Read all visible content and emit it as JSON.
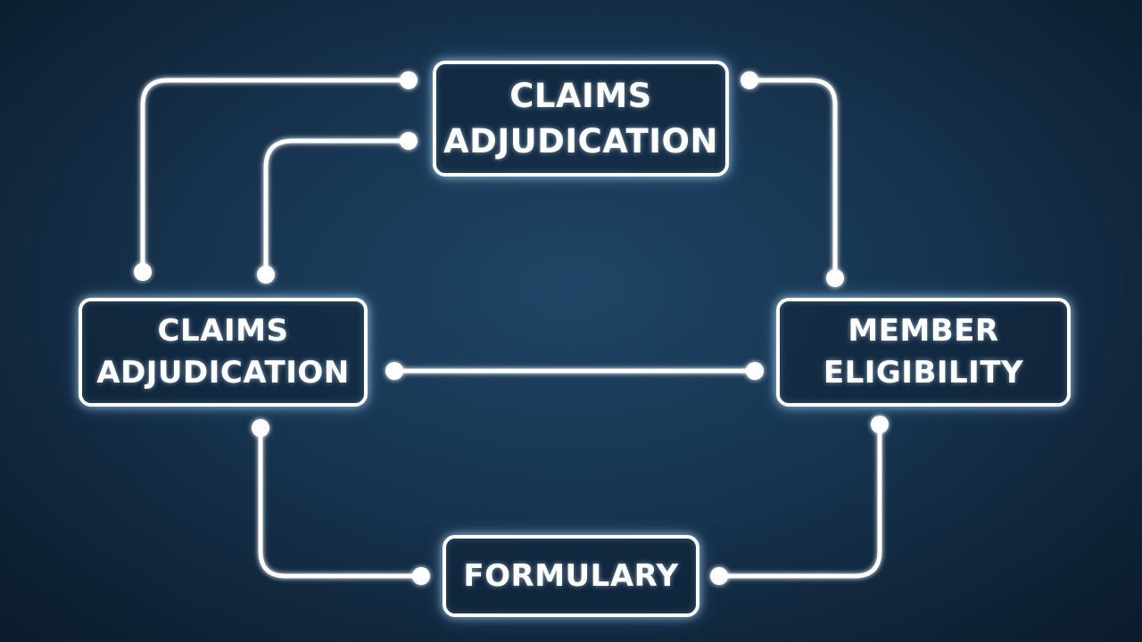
{
  "nodes": {
    "top": {
      "line1": "CLAIMS",
      "line2": "ADJUDICATION"
    },
    "left": {
      "line1": "CLAIMS",
      "line2": "ADJUDICATION"
    },
    "right": {
      "line1": "MEMBER",
      "line2": "ELIGIBILITY"
    },
    "bottom": {
      "line1": "FORMULARY"
    }
  },
  "connections": [
    {
      "from": "left",
      "to": "top"
    },
    {
      "from": "left",
      "to": "top"
    },
    {
      "from": "top",
      "to": "right"
    },
    {
      "from": "left",
      "to": "right"
    },
    {
      "from": "left",
      "to": "bottom"
    },
    {
      "from": "bottom",
      "to": "right"
    }
  ],
  "colors": {
    "background": "#17344f",
    "line": "#ffffff",
    "glow": "#bfe2ff"
  }
}
